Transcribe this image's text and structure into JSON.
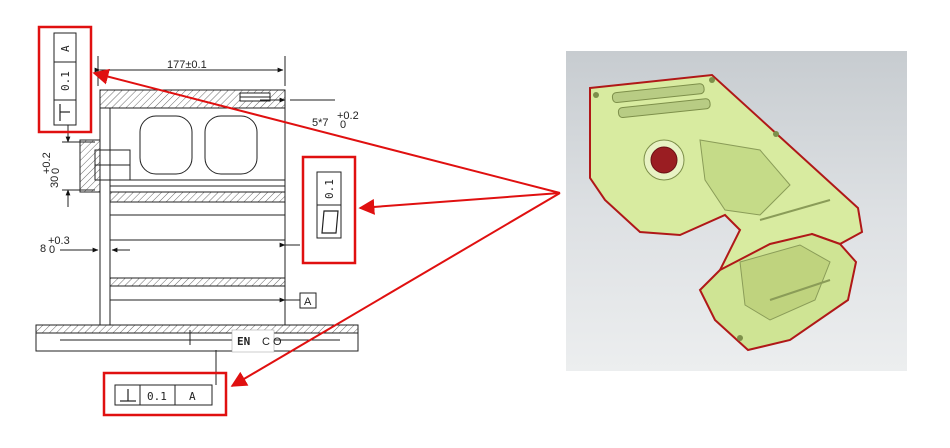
{
  "drawing": {
    "width_dim": "177±0.1",
    "slot_dim_base": "5*7",
    "slot_dim_tol_upper": "+0.2",
    "slot_dim_tol_lower": "0",
    "height_dim_base": "30",
    "height_dim_tol_upper": "+0.2",
    "height_dim_tol_lower": "0",
    "wall_dim_base": "8",
    "wall_dim_tol_upper": "+0.3",
    "wall_dim_tol_lower": "0",
    "datum_label": "A",
    "stamp_text": "EN",
    "stamp_small": "C O"
  },
  "callouts": {
    "top_left": {
      "value": "0.1",
      "datum": "A",
      "symbol": "perpendicularity"
    },
    "middle": {
      "value": "0.1",
      "symbol": "flatness"
    },
    "bottom": {
      "value": "0.1",
      "datum": "A",
      "symbol": "perpendicularity"
    }
  },
  "colors": {
    "highlight_red": "#e01010",
    "part_green": "#d8eba0",
    "part_edge": "#b01818",
    "photo_bg": "#d2d6d9"
  },
  "photo": {
    "icon": "3d-part-render"
  }
}
